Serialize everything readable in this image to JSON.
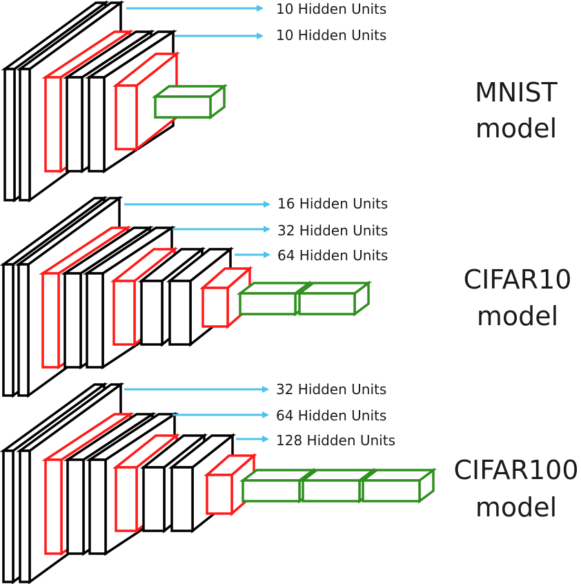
{
  "colors": {
    "conv": "#000000",
    "pool": "#ff1a1a",
    "dense": "#2f8f1f",
    "arrow": "#4ec3ea",
    "text": "#1a1a1a"
  },
  "models": [
    {
      "title_line1": "MNIST",
      "title_line2": "model",
      "hidden_units": [
        "10 Hidden Units",
        "10 Hidden Units"
      ],
      "layers": [
        "conv",
        "conv",
        "pool",
        "conv",
        "conv",
        "pool",
        "dense"
      ]
    },
    {
      "title_line1": "CIFAR10",
      "title_line2": "model",
      "hidden_units": [
        "16 Hidden Units",
        "32 Hidden Units",
        "64 Hidden Units"
      ],
      "layers": [
        "conv",
        "conv",
        "pool",
        "conv",
        "conv",
        "pool",
        "conv",
        "conv",
        "pool",
        "dense",
        "dense"
      ]
    },
    {
      "title_line1": "CIFAR100",
      "title_line2": "model",
      "hidden_units": [
        "32 Hidden Units",
        "64 Hidden Units",
        "128 Hidden Units"
      ],
      "layers": [
        "conv",
        "conv",
        "pool",
        "conv",
        "conv",
        "pool",
        "conv",
        "conv",
        "pool",
        "dense",
        "dense",
        "dense"
      ]
    }
  ]
}
